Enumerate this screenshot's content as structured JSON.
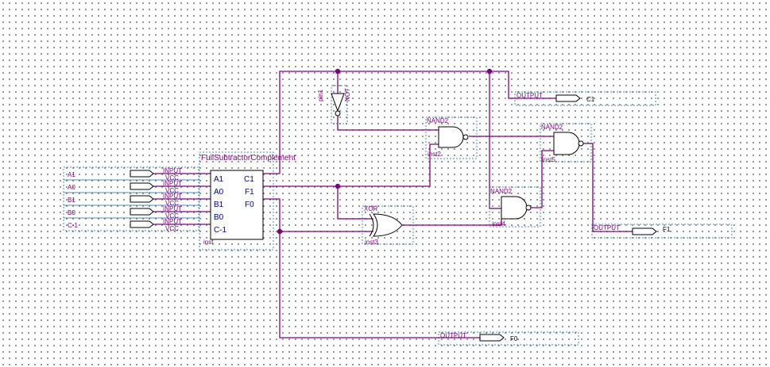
{
  "block": {
    "title": "FullSubtractorComplement",
    "instance": "inst",
    "inputs": [
      "A1",
      "A0",
      "B1",
      "B0",
      "C-1"
    ],
    "outputs": [
      "C1",
      "F1",
      "F0"
    ]
  },
  "input_pins": [
    {
      "type": "INPUT",
      "supply": "VCC",
      "name": "A1"
    },
    {
      "type": "INPUT",
      "supply": "VCC",
      "name": "A0"
    },
    {
      "type": "INPUT",
      "supply": "VCC",
      "name": "B1"
    },
    {
      "type": "INPUT",
      "supply": "VCC",
      "name": "B0"
    },
    {
      "type": "INPUT",
      "supply": "VCC",
      "name": "C-1"
    }
  ],
  "gates": {
    "not": {
      "pin_in": "pin1",
      "type": "NOT"
    },
    "nand_inst2": {
      "type": "NAND2",
      "instance": "inst2"
    },
    "nand_inst5": {
      "type": "NAND2",
      "instance": "inst5"
    },
    "nand_inst4": {
      "type": "NAND2",
      "instance": "inst4"
    },
    "xor_inst3": {
      "type": "XOR",
      "instance": "inst3"
    }
  },
  "outputs": [
    {
      "type": "OUTPUT",
      "name": "C1"
    },
    {
      "type": "OUTPUT",
      "name": "F1"
    },
    {
      "type": "OUTPUT",
      "name": "F0"
    }
  ],
  "colors": {
    "wire": "#800080",
    "component_border": "#1a6aa0",
    "gate": "#000000",
    "pin_text": "#000080"
  }
}
